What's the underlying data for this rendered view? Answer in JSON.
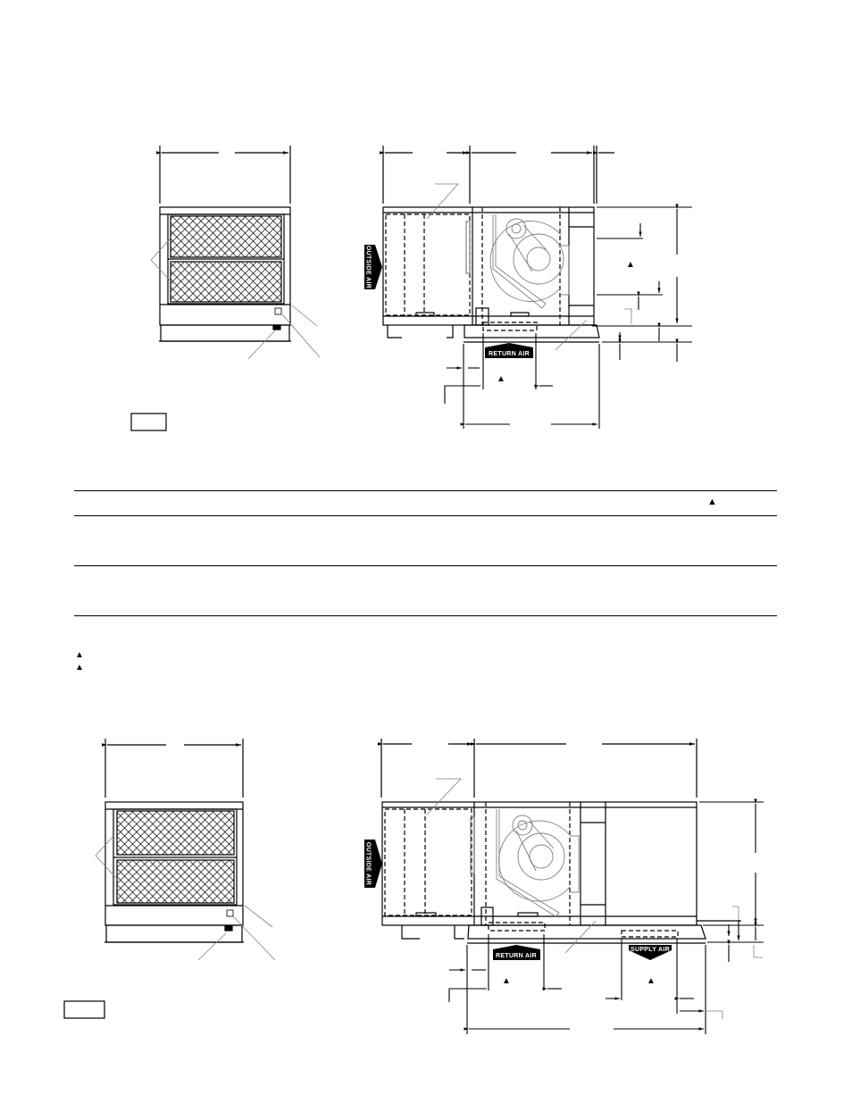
{
  "page": {
    "background": "#ffffff",
    "line_color": "#000000",
    "leader_color": "#808080"
  },
  "figure_top": {
    "front_view": {
      "label_box": ""
    },
    "side_view": {
      "outside_air_label": "OUTSIDE AIR",
      "return_air_label": "RETURN AIR",
      "markers": [
        "▲",
        "▲"
      ]
    }
  },
  "table": {
    "header_marker": "▲",
    "rows": [
      "",
      ""
    ]
  },
  "footnotes": [
    {
      "marker": "▲",
      "text": ""
    },
    {
      "marker": "▲",
      "text": ""
    }
  ],
  "figure_bottom": {
    "front_view": {
      "label_box": ""
    },
    "side_view": {
      "outside_air_label": "OUTSIDE AIR",
      "return_air_label": "RETURN AIR",
      "supply_air_label": "SUPPLY AIR",
      "markers": [
        "▲",
        "▲"
      ]
    }
  }
}
